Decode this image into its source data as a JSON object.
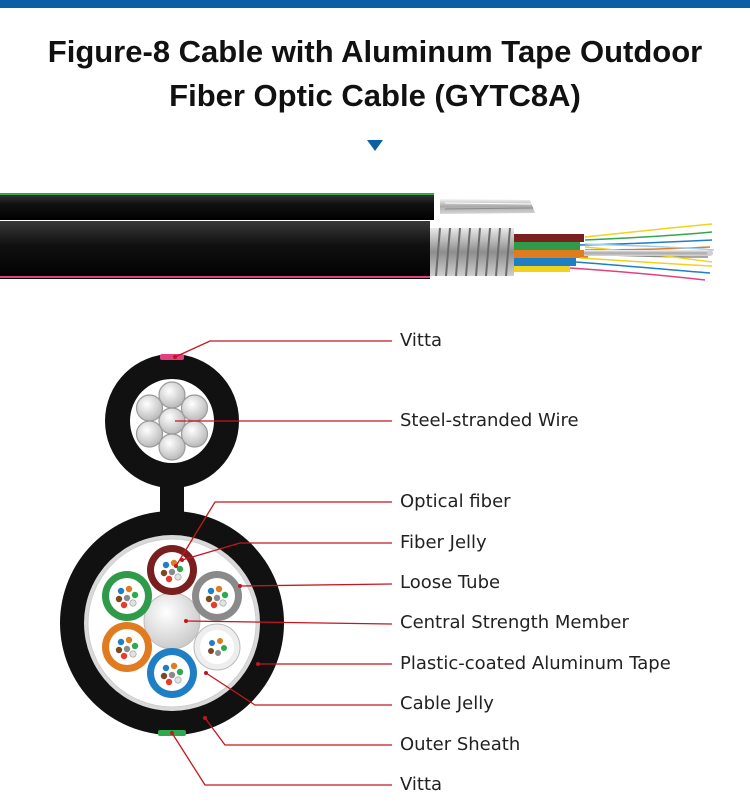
{
  "title": {
    "line1": "Figure-8 Cable with Aluminum Tape Outdoor",
    "line2": "Fiber Optic Cable (GYTC8A)"
  },
  "labels": [
    "Vitta",
    "Steel-stranded Wire",
    "Optical fiber",
    "Fiber Jelly",
    "Loose Tube",
    "Central Strength Member",
    "Plastic-coated Aluminum Tape",
    "Cable Jelly",
    "Outer Sheath",
    "Vitta"
  ],
  "colors": {
    "accent": "#0b5fa5",
    "leader_line": "#c4161c",
    "sheath": "#111111",
    "vitta_top": "#e2407e",
    "vitta_bottom": "#2fa84f",
    "tube_brown": "#7a1f1f",
    "tube_grey": "#8a8a8a",
    "tube_green": "#2e9a4a",
    "tube_orange": "#e07b1f",
    "tube_blue": "#1f7fc4",
    "tube_white": "#f2f2f2"
  }
}
